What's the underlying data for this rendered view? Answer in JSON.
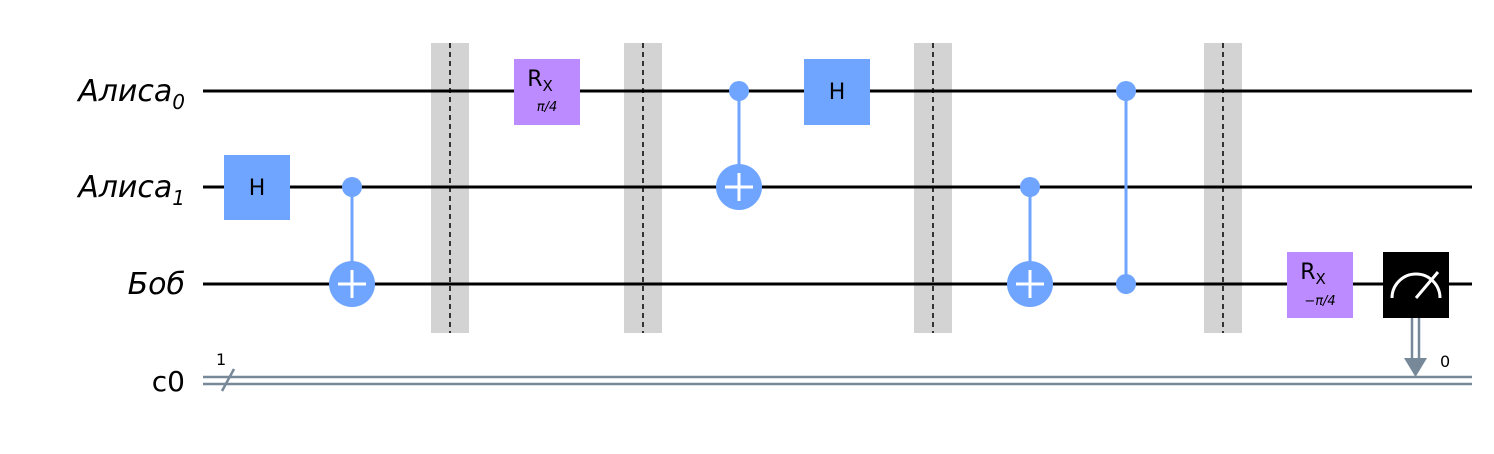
{
  "circuit": {
    "qubits": [
      {
        "name": "Алиса",
        "index": "0"
      },
      {
        "name": "Алиса",
        "index": "1"
      },
      {
        "name": "Боб",
        "index": ""
      }
    ],
    "clbit": {
      "name": "c0",
      "width": "1",
      "measure_index": "0"
    },
    "gates": {
      "h_label": "H",
      "rx_label": "R",
      "rx_sub": "X",
      "rx1_param": "π/4",
      "rx2_param": "−π/4"
    },
    "colors": {
      "clifford": "#6fa4ff",
      "rotation": "#bb8bff",
      "barrier": "#d3d3d3",
      "measure": "#000000",
      "classical_wire": "#778899"
    }
  }
}
